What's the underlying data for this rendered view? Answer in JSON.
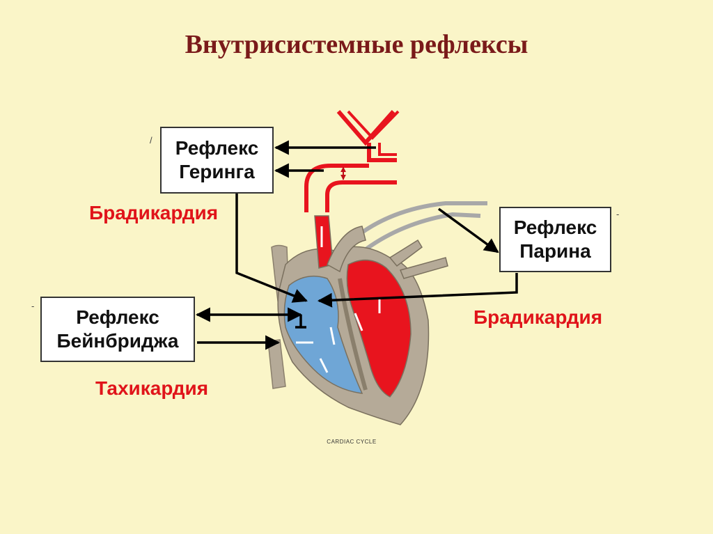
{
  "title": "Внутрисистемные рефлексы",
  "reflexes": {
    "hering": {
      "line1": "Рефлекс",
      "line2": "Геринга",
      "effect": "Брадикардия"
    },
    "parin": {
      "line1": "Рефлекс",
      "line2": "Парина",
      "effect": "Брадикардия"
    },
    "bainbridge": {
      "line1": "Рефлекс",
      "line2": "Бейнбриджа",
      "effect": "Тахикардия"
    }
  },
  "marks": {
    "m1": "/",
    "m2": "-",
    "m3": "-"
  },
  "caption": "CARDIAC CYCLE",
  "colors": {
    "background": "#faf5c8",
    "title": "#7a1a1a",
    "effect_text": "#e0141a",
    "arterial_blood": "#e8141e",
    "venous_blood": "#6fa6d6",
    "heart_wall": "#b5aa98",
    "vessel_outline": "#e8141e",
    "pulmonary_vessel": "#a8a8a8",
    "arrow": "#000000"
  }
}
